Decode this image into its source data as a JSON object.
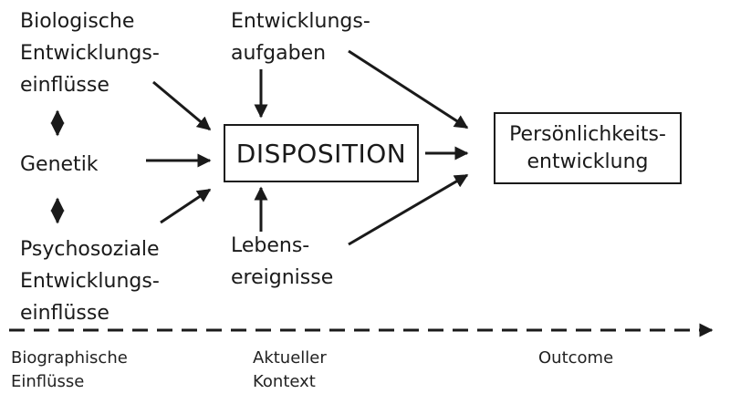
{
  "nodes": {
    "bio": "Biologische\nEntwicklungs-\neinflüsse",
    "genetik": "Genetik",
    "psycho": "Psychosoziale\nEntwicklungs-\neinflüsse",
    "aufgaben": "Entwicklungs-\naufgaben",
    "disposition": "DISPOSITION",
    "lebens": "Lebens-\nereignisse",
    "outcome": "Persönlichkeits-\nentwicklung"
  },
  "timeline": {
    "left": "Biographische\nEinflüsse",
    "middle": "Aktueller\nKontext",
    "right": "Outcome"
  }
}
